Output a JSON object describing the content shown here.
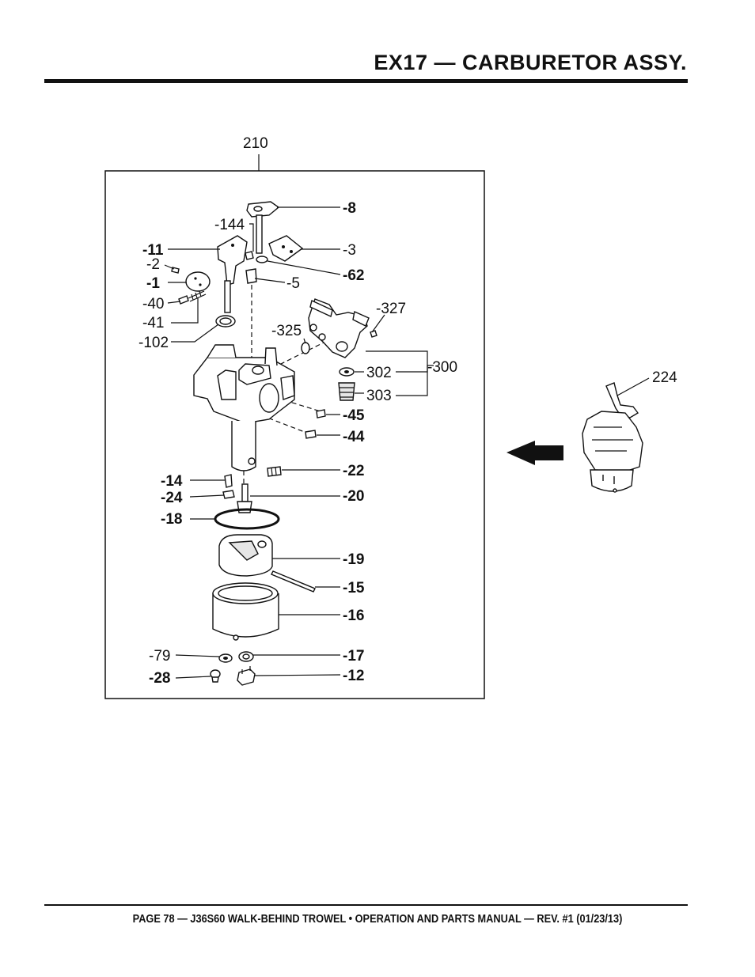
{
  "header": {
    "title": "EX17 — CARBURETOR ASSY."
  },
  "footer": {
    "text": "PAGE 78 — J36S60 WALK-BEHIND TROWEL • OPERATION AND PARTS MANUAL — REV. #1 (01/23/13)"
  },
  "diagram": {
    "assembly_number": "210",
    "inset_number": "224",
    "callouts": {
      "c8": "-8",
      "c144": "-144",
      "c3": "-3",
      "c11": "-11",
      "c2": "-2",
      "c62": "-62",
      "c1": "-1",
      "c5": "-5",
      "c40": "-40",
      "c327": "-327",
      "c41": "-41",
      "c325": "-325",
      "c102": "-102",
      "c300": "-300",
      "c302": "302",
      "c303": "303",
      "c45": "-45",
      "c44": "-44",
      "c22": "-22",
      "c14": "-14",
      "c24": "-24",
      "c20": "-20",
      "c18": "-18",
      "c19": "-19",
      "c15": "-15",
      "c16": "-16",
      "c79": "-79",
      "c17": "-17",
      "c28": "-28",
      "c12": "-12"
    }
  }
}
